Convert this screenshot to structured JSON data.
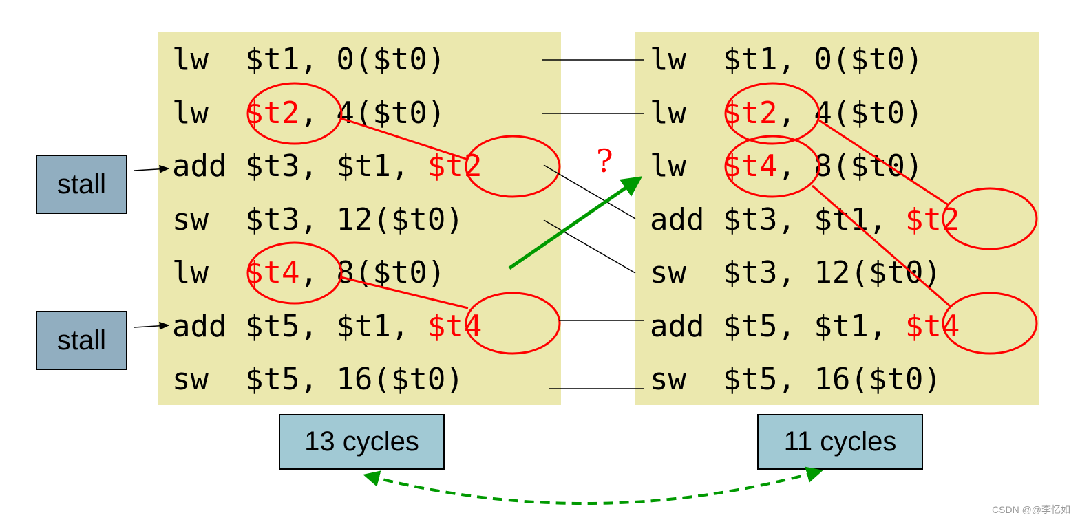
{
  "left_code": [
    [
      {
        "t": "lw  $t1, 0($t0)"
      }
    ],
    [
      {
        "t": "lw  "
      },
      {
        "t": "$t2",
        "red": true
      },
      {
        "t": ", 4($t0)"
      }
    ],
    [
      {
        "t": "add $t3, $t1, "
      },
      {
        "t": "$t2",
        "red": true
      }
    ],
    [
      {
        "t": "sw  $t3, 12($t0)"
      }
    ],
    [
      {
        "t": "lw  "
      },
      {
        "t": "$t4",
        "red": true
      },
      {
        "t": ", 8($t0)"
      }
    ],
    [
      {
        "t": "add $t5, $t1, "
      },
      {
        "t": "$t4",
        "red": true
      }
    ],
    [
      {
        "t": "sw  $t5, 16($t0)"
      }
    ]
  ],
  "right_code": [
    [
      {
        "t": "lw  $t1, 0($t0)"
      }
    ],
    [
      {
        "t": "lw  "
      },
      {
        "t": "$t2",
        "red": true
      },
      {
        "t": ", 4($t0)"
      }
    ],
    [
      {
        "t": "lw  "
      },
      {
        "t": "$t4",
        "red": true
      },
      {
        "t": ", 8($t0)"
      }
    ],
    [
      {
        "t": "add $t3, $t1, "
      },
      {
        "t": "$t2",
        "red": true
      }
    ],
    [
      {
        "t": "sw  $t3, 12($t0)"
      }
    ],
    [
      {
        "t": "add $t5, $t1, "
      },
      {
        "t": "$t4",
        "red": true
      }
    ],
    [
      {
        "t": "sw  $t5, 16($t0)"
      }
    ]
  ],
  "stall_1": "stall",
  "stall_2": "stall",
  "left_cycles": "13 cycles",
  "right_cycles": "11 cycles",
  "question_mark": "?",
  "watermark": "CSDN @@李忆如",
  "colors": {
    "panel": "#ebe8ae",
    "stall": "#91aec0",
    "cycles": "#a1c9d4",
    "hazard": "#ff0000",
    "arrow": "#009900"
  }
}
